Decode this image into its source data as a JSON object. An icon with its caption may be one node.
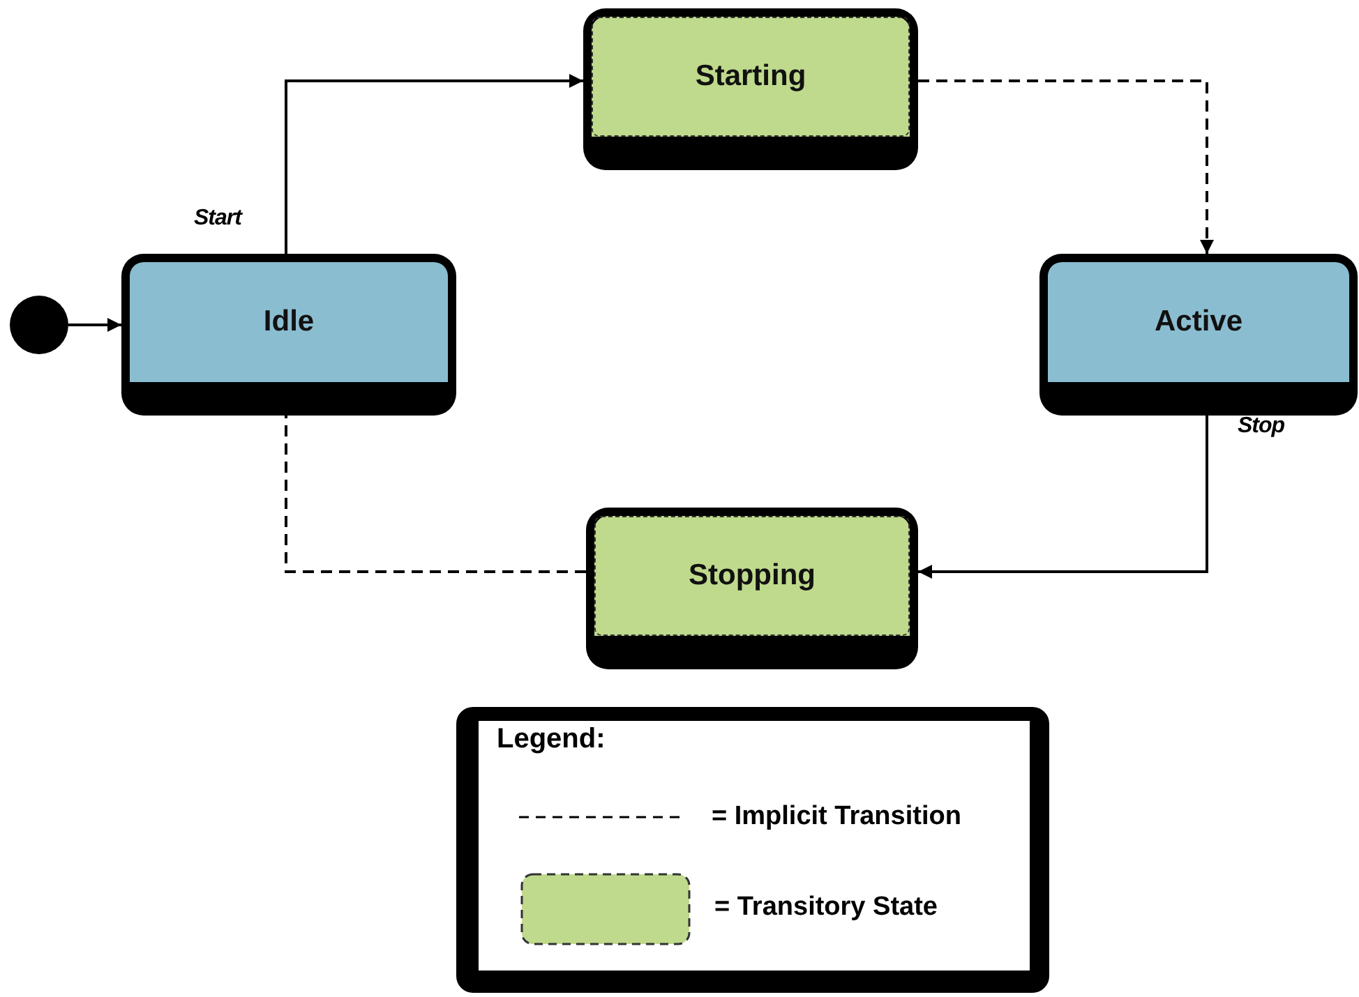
{
  "diagram": {
    "nodes": [
      {
        "text": [],
        "shape": "circle"
      },
      {
        "text": [
          "Idle"
        ]
      },
      {
        "text": [
          "Starting"
        ]
      },
      {
        "text": [
          "Active"
        ]
      },
      {
        "text": [
          "Stopping"
        ]
      }
    ],
    "edges": [
      {
        "from": 0,
        "to": 1,
        "arrow": "to"
      },
      {
        "from": 1,
        "to": 2,
        "arrow": "to",
        "label": "Start"
      },
      {
        "from": 2,
        "to": 3,
        "arrow": "to",
        "style": "dashed"
      },
      {
        "from": 3,
        "to": 4,
        "arrow": "to",
        "label": "Stop"
      },
      {
        "from": 4,
        "to": 1,
        "arrow": "none",
        "style": "dashed"
      }
    ],
    "labels": [
      "Legend:"
    ],
    "legend": [
      {
        "text": "= Implicit Transition"
      },
      {
        "text": "= Transitory State",
        "color": "#bfda8c"
      }
    ]
  }
}
